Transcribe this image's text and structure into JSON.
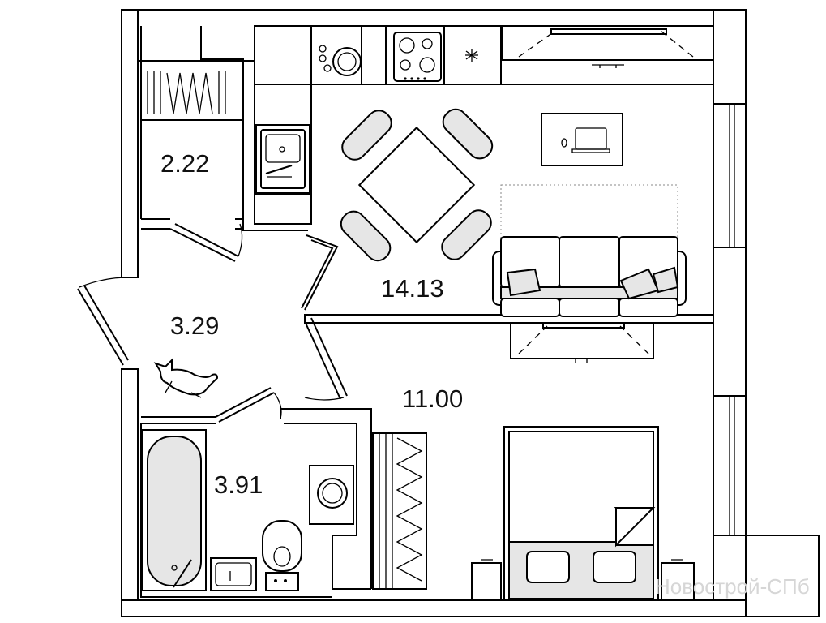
{
  "plan": {
    "rooms": [
      {
        "id": "storage",
        "area": "2.22"
      },
      {
        "id": "hallway",
        "area": "3.29"
      },
      {
        "id": "kitchen-living",
        "area": "14.13"
      },
      {
        "id": "bathroom",
        "area": "3.91"
      },
      {
        "id": "bedroom",
        "area": "11.00"
      }
    ],
    "watermark": "Новострой-СПб",
    "icons": [
      "wardrobe-icon",
      "sink-icon",
      "washing-machine-icon",
      "stove-icon",
      "fridge-icon",
      "range-hood-icon",
      "dining-table-icon",
      "chair-icon",
      "laptop-icon",
      "sofa-icon",
      "pillow-icon",
      "tv-icon",
      "dog-icon",
      "bathtub-icon",
      "toilet-icon",
      "bed-icon",
      "window-icon",
      "door-icon"
    ],
    "colors": {
      "line": "#000000",
      "furniture_fill": "#e6e6e6",
      "background": "#ffffff",
      "watermark": "#d6d6d6"
    }
  }
}
